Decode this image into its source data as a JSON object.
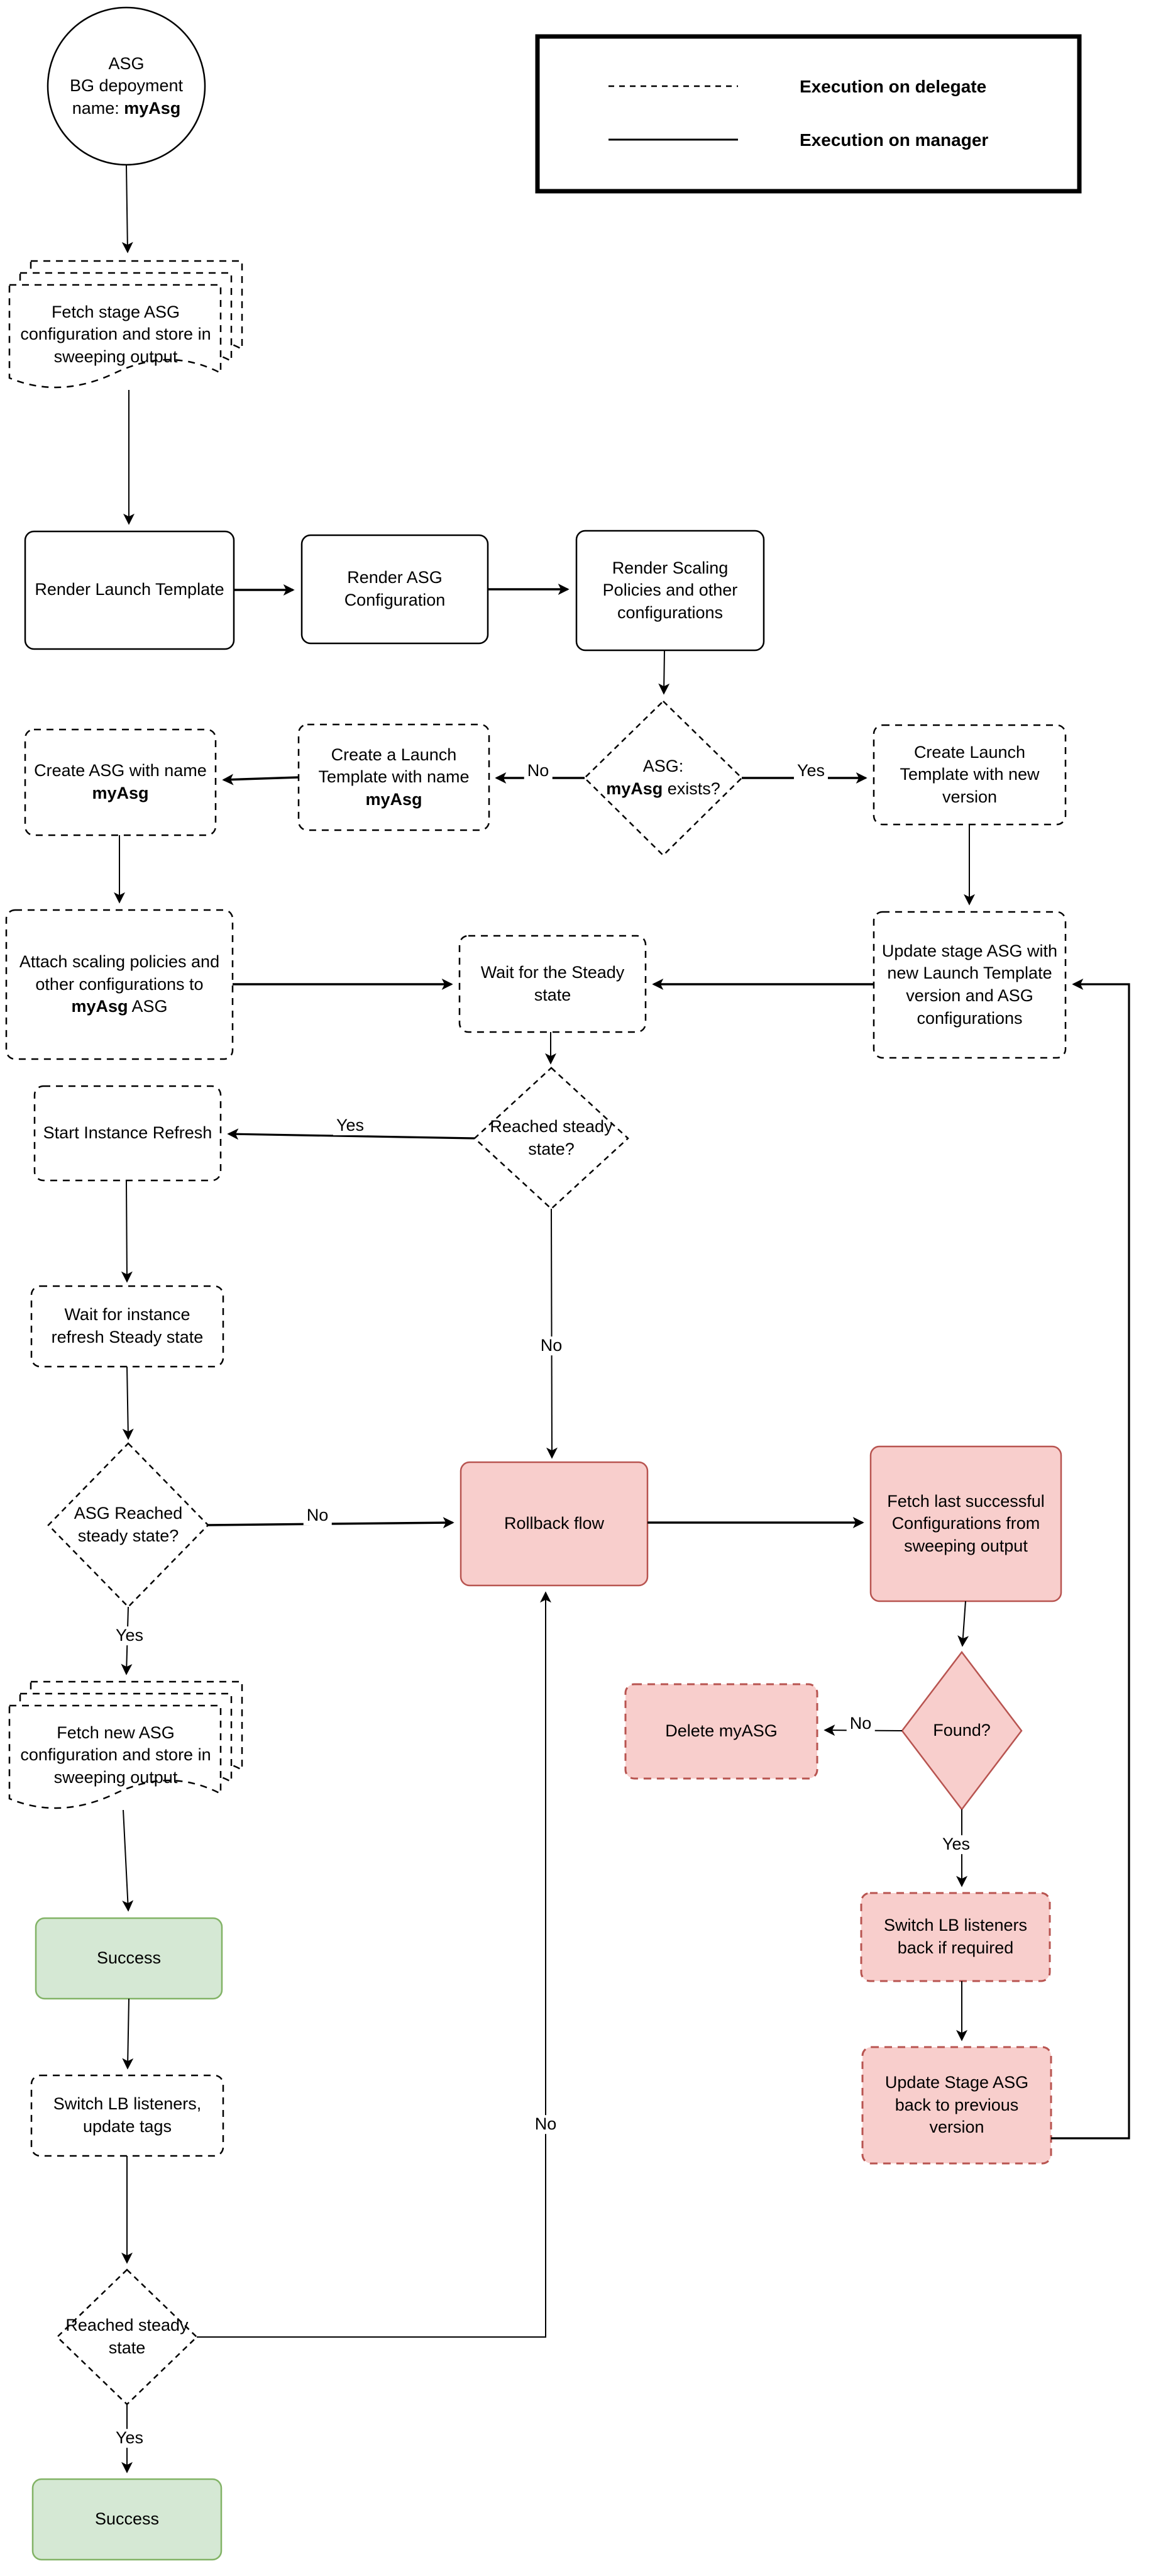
{
  "colors": {
    "bg": "#ffffff",
    "line": "#000000",
    "pink_fill": "#f8cecc",
    "red_stroke": "#b85450",
    "green_fill": "#d5e8d4",
    "green_stroke": "#82b366"
  },
  "legend": {
    "delegate_label": "Execution on delegate",
    "manager_label": "Execution on manager"
  },
  "labels": {
    "yes": "Yes",
    "no": "No"
  },
  "start": {
    "line1": "ASG",
    "line2": "BG depoyment",
    "name_prefix": "name: ",
    "name_bold": "myAsg"
  },
  "nodes": {
    "fetch_stage": "Fetch stage ASG configuration and store in sweeping output",
    "render_launch": "Render Launch Template",
    "render_asg": "Render ASG Configuration",
    "render_scaling": "Render Scaling Policies and other configurations",
    "create_asg": {
      "prefix": "Create ASG with name ",
      "bold": "myAsg"
    },
    "create_lt": {
      "prefix": "Create a Launch Template with name ",
      "bold": "myAsg"
    },
    "asg_exists": {
      "line1": "ASG:",
      "bold": "myAsg",
      "suffix": " exists?"
    },
    "create_lt_new": "Create Launch Template with new version",
    "attach": {
      "prefix": "Attach scaling policies and other configurations to ",
      "bold": "myAsg",
      "suffix": " ASG"
    },
    "wait_steady": "Wait for the Steady state",
    "update_stage": "Update stage ASG with new Launch Template version and ASG configurations",
    "start_refresh": "Start Instance Refresh",
    "reached_steady_q": "Reached steady state?",
    "wait_refresh": "Wait for instance refresh Steady state",
    "asg_reached_q": "ASG Reached steady state?",
    "rollback": "Rollback flow",
    "fetch_last": "Fetch last successful Configurations from sweeping output",
    "found_q": "Found?",
    "delete_asg": "Delete myASG",
    "fetch_new": "Fetch new ASG configuration and store in sweeping output",
    "success1": "Success",
    "switch_lb": "Switch LB listeners, update tags",
    "switch_back": "Switch LB listeners back if required",
    "update_back": "Update Stage ASG back to previous version",
    "reached_steady": "Reached steady state",
    "success2": "Success"
  }
}
